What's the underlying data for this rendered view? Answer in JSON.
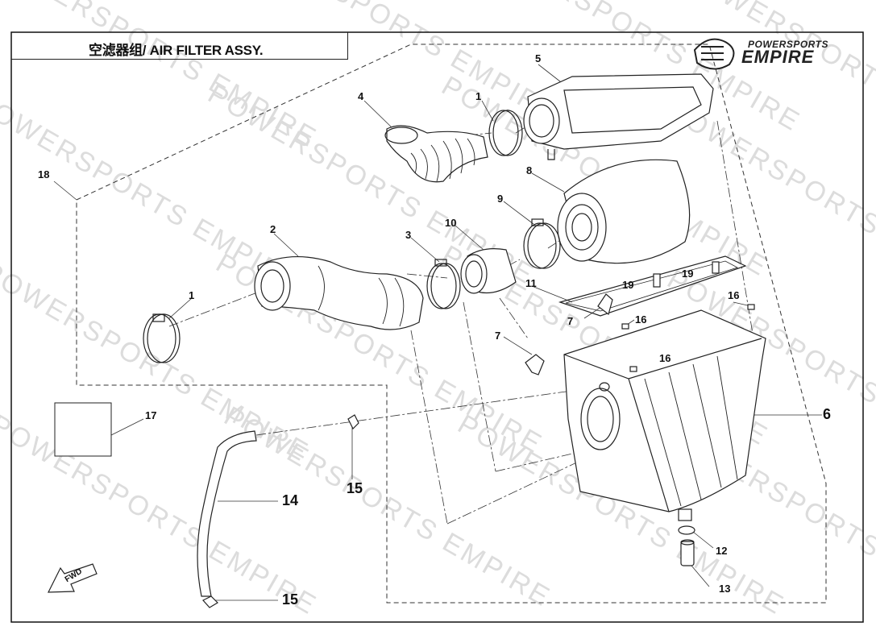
{
  "title": "空滤器组/ AIR FILTER ASSY.",
  "brand": {
    "top": "POWERSPORTS",
    "main": "EMPIRE"
  },
  "watermark": "POWERSPORTS EMPIRE",
  "fwd_label": "FWD",
  "callouts": {
    "c1a": "1",
    "c1b": "1",
    "c2": "2",
    "c3": "3",
    "c4": "4",
    "c5": "5",
    "c6": "6",
    "c7a": "7",
    "c7b": "7",
    "c8": "8",
    "c9": "9",
    "c10": "10",
    "c11": "11",
    "c12": "12",
    "c13": "13",
    "c14": "14",
    "c15a": "15",
    "c15b": "15",
    "c16a": "16",
    "c16b": "16",
    "c16c": "16",
    "c17": "17",
    "c18": "18",
    "c19a": "19",
    "c19b": "19"
  },
  "colors": {
    "line": "#222222",
    "frame": "#111111",
    "watermark": "#dcdcdc"
  }
}
